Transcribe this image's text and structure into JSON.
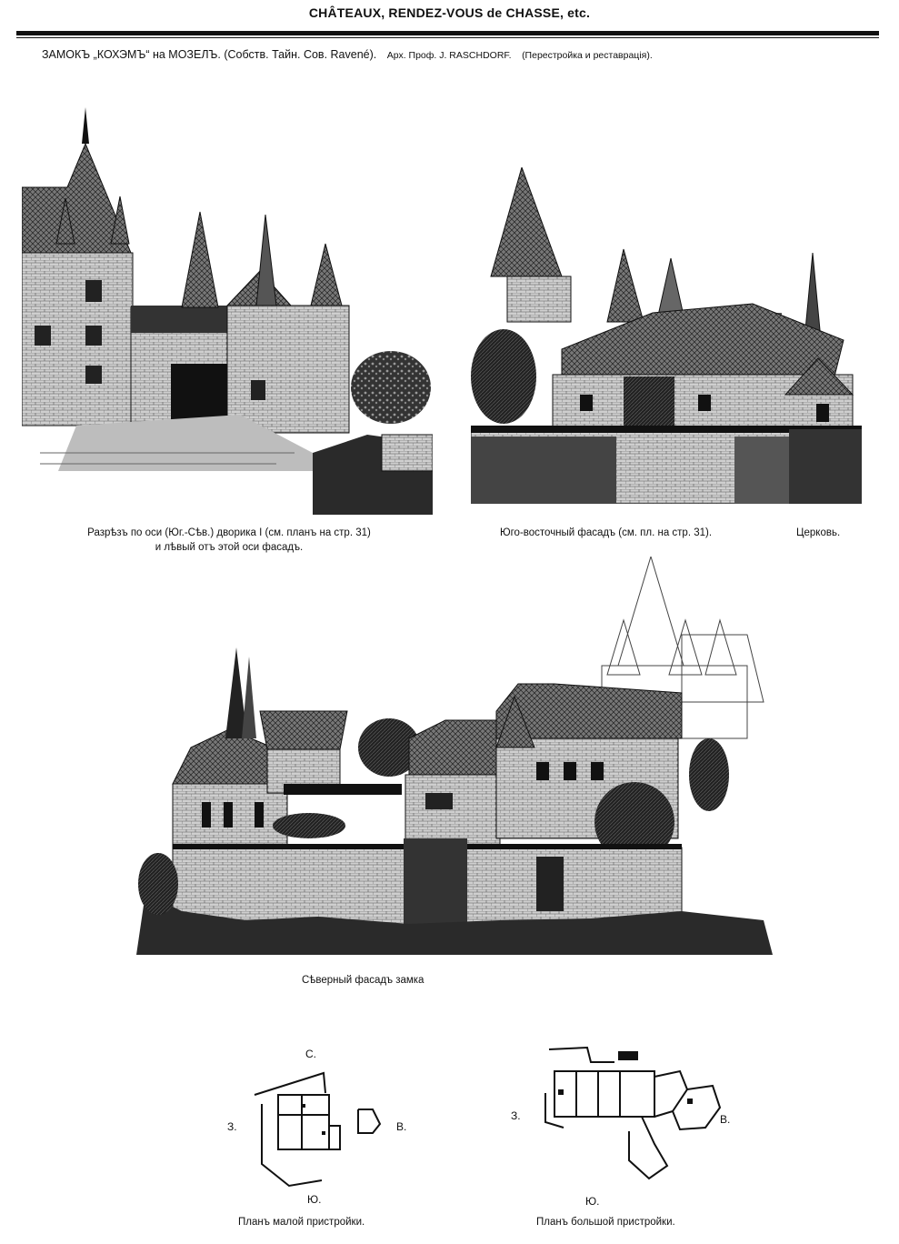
{
  "header": {
    "title": "CHÂTEAUX, RENDEZ-VOUS de CHASSE, etc."
  },
  "subtitle": {
    "main": "ЗАМОКЪ „КОХЭМЪ“ на МОЗЕЛЪ. (Собств. Тайн. Сов. Ravené).",
    "architect": "Арх. Проф. J. RASCHDORF.",
    "note": "(Перестройка и реставрація)."
  },
  "captions": {
    "section_line1": "Разрѣзъ по оси (Юг.-Сѣв.) дворика I (см. планъ на стр. 31)",
    "section_line2": "и лѣвый отъ этой оси фасадъ.",
    "southeast": "Юго-восточный фасадъ (см. пл. на стр. 31).",
    "church": "Церковь.",
    "north": "Сѣверный фасадъ замка",
    "plan_small": "Планъ малой пристройки.",
    "plan_large": "Планъ большой пристройки."
  },
  "compass_small": {
    "north": "С.",
    "west": "З.",
    "east": "В.",
    "south": "Ю."
  },
  "compass_large": {
    "west": "З.",
    "east": "В.",
    "south": "Ю."
  }
}
